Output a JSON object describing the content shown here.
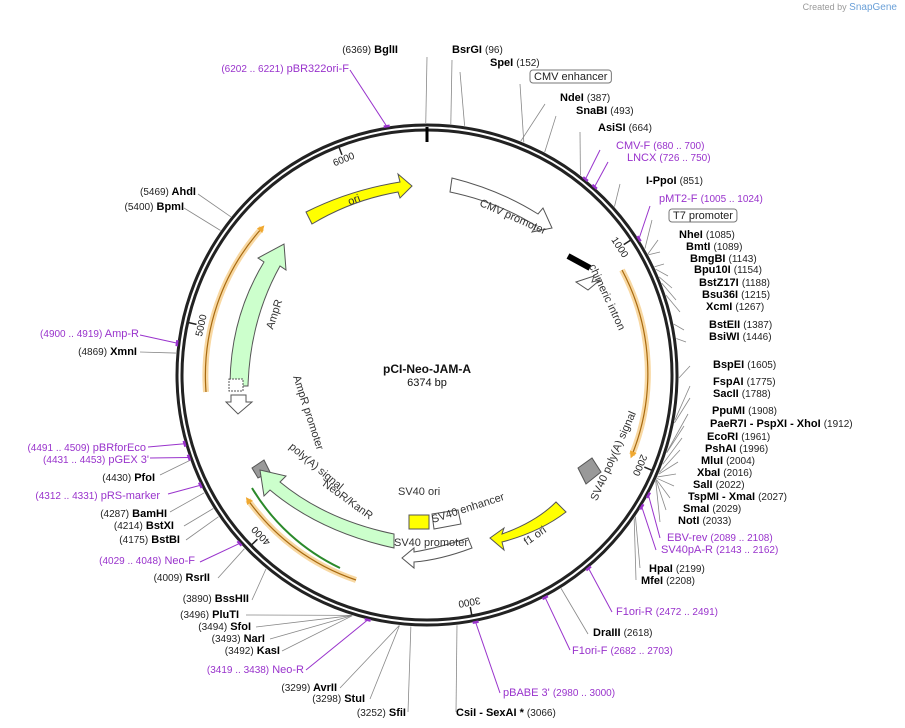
{
  "credit": {
    "prefix": "Created by",
    "brand": "SnapGene"
  },
  "plasmid": {
    "name": "pCI-Neo-JAM-A",
    "length_label": "6374 bp",
    "length": 6374
  },
  "ticks": [
    {
      "pos": 1000,
      "label": "1000"
    },
    {
      "pos": 2000,
      "label": "2000"
    },
    {
      "pos": 3000,
      "label": "3000"
    },
    {
      "pos": 4000,
      "label": "4000"
    },
    {
      "pos": 5000,
      "label": "5000"
    },
    {
      "pos": 6000,
      "label": "6000"
    }
  ],
  "sites": [
    {
      "name": "BglII",
      "pos": "(6369)",
      "kind": "enzyme"
    },
    {
      "name": "BsrGI",
      "pos": "(96)",
      "kind": "enzyme"
    },
    {
      "name": "SpeI",
      "pos": "(152)",
      "kind": "enzyme"
    },
    {
      "name": "CMV enhancer",
      "pos": "",
      "kind": "boxed"
    },
    {
      "name": "NdeI",
      "pos": "(387)",
      "kind": "enzyme"
    },
    {
      "name": "SnaBI",
      "pos": "(493)",
      "kind": "enzyme"
    },
    {
      "name": "AsiSI",
      "pos": "(664)",
      "kind": "enzyme"
    },
    {
      "name": "CMV-F",
      "pos": "(680 .. 700)",
      "kind": "primer"
    },
    {
      "name": "LNCX",
      "pos": "(726 .. 750)",
      "kind": "primer"
    },
    {
      "name": "I-PpoI",
      "pos": "(851)",
      "kind": "enzyme"
    },
    {
      "name": "pMT2-F",
      "pos": "(1005 .. 1024)",
      "kind": "primer"
    },
    {
      "name": "T7 promoter",
      "pos": "",
      "kind": "boxed"
    },
    {
      "name": "NheI",
      "pos": "(1085)",
      "kind": "enzyme"
    },
    {
      "name": "BmtI",
      "pos": "(1089)",
      "kind": "enzyme"
    },
    {
      "name": "BmgBI",
      "pos": "(1143)",
      "kind": "enzyme"
    },
    {
      "name": "Bpu10I",
      "pos": "(1154)",
      "kind": "enzyme"
    },
    {
      "name": "BstZ17I",
      "pos": "(1188)",
      "kind": "enzyme"
    },
    {
      "name": "Bsu36I",
      "pos": "(1215)",
      "kind": "enzyme"
    },
    {
      "name": "XcmI",
      "pos": "(1267)",
      "kind": "enzyme"
    },
    {
      "name": "BstEII",
      "pos": "(1387)",
      "kind": "enzyme"
    },
    {
      "name": "BsiWI",
      "pos": "(1446)",
      "kind": "enzyme"
    },
    {
      "name": "BspEI",
      "pos": "(1605)",
      "kind": "enzyme"
    },
    {
      "name": "FspAI",
      "pos": "(1775)",
      "kind": "enzyme"
    },
    {
      "name": "SacII",
      "pos": "(1788)",
      "kind": "enzyme"
    },
    {
      "name": "PpuMI",
      "pos": "(1908)",
      "kind": "enzyme"
    },
    {
      "name": "PaeR7I  - PspXI  - XhoI",
      "pos": "(1912)",
      "kind": "enzyme"
    },
    {
      "name": "EcoRI",
      "pos": "(1961)",
      "kind": "enzyme"
    },
    {
      "name": "PshAI",
      "pos": "(1996)",
      "kind": "enzyme"
    },
    {
      "name": "MluI",
      "pos": "(2004)",
      "kind": "enzyme"
    },
    {
      "name": "XbaI",
      "pos": "(2016)",
      "kind": "enzyme"
    },
    {
      "name": "SalI",
      "pos": "(2022)",
      "kind": "enzyme"
    },
    {
      "name": "TspMI  - XmaI",
      "pos": "(2027)",
      "kind": "enzyme"
    },
    {
      "name": "SmaI",
      "pos": "(2029)",
      "kind": "enzyme"
    },
    {
      "name": "NotI",
      "pos": "(2033)",
      "kind": "enzyme"
    },
    {
      "name": "EBV-rev",
      "pos": "(2089 .. 2108)",
      "kind": "primer"
    },
    {
      "name": "SV40pA-R",
      "pos": "(2143 .. 2162)",
      "kind": "primer"
    },
    {
      "name": "HpaI",
      "pos": "(2199)",
      "kind": "enzyme"
    },
    {
      "name": "MfeI",
      "pos": "(2208)",
      "kind": "enzyme"
    },
    {
      "name": "F1ori-R",
      "pos": "(2472 .. 2491)",
      "kind": "primer"
    },
    {
      "name": "DraIII",
      "pos": "(2618)",
      "kind": "enzyme"
    },
    {
      "name": "F1ori-F",
      "pos": "(2682 .. 2703)",
      "kind": "primer"
    },
    {
      "name": "pBABE 3'",
      "pos": "(2980 .. 3000)",
      "kind": "primer"
    },
    {
      "name": "CsiI  - SexAI *",
      "pos": "(3066)",
      "kind": "enzyme"
    },
    {
      "name": "SfiI",
      "pos": "(3252)",
      "kind": "enzyme"
    },
    {
      "name": "StuI",
      "pos": "(3298)",
      "kind": "enzyme"
    },
    {
      "name": "AvrII",
      "pos": "(3299)",
      "kind": "enzyme"
    },
    {
      "name": "Neo-R",
      "pos": "(3419 .. 3438)",
      "kind": "primer"
    },
    {
      "name": "KasI",
      "pos": "(3492)",
      "kind": "enzyme"
    },
    {
      "name": "NarI",
      "pos": "(3493)",
      "kind": "enzyme"
    },
    {
      "name": "SfoI",
      "pos": "(3494)",
      "kind": "enzyme"
    },
    {
      "name": "PluTI",
      "pos": "(3496)",
      "kind": "enzyme"
    },
    {
      "name": "BssHII",
      "pos": "(3890)",
      "kind": "enzyme"
    },
    {
      "name": "RsrII",
      "pos": "(4009)",
      "kind": "enzyme"
    },
    {
      "name": "Neo-F",
      "pos": "(4029 .. 4048)",
      "kind": "primer"
    },
    {
      "name": "BstBI",
      "pos": "(4175)",
      "kind": "enzyme"
    },
    {
      "name": "BstXI",
      "pos": "(4214)",
      "kind": "enzyme"
    },
    {
      "name": "BamHI",
      "pos": "(4287)",
      "kind": "enzyme"
    },
    {
      "name": "pRS-marker",
      "pos": "(4312 .. 4331)",
      "kind": "primer"
    },
    {
      "name": "PfoI",
      "pos": "(4430)",
      "kind": "enzyme"
    },
    {
      "name": "pGEX 3'",
      "pos": "(4431 .. 4453)",
      "kind": "primer"
    },
    {
      "name": "pBRforEco",
      "pos": "(4491 .. 4509)",
      "kind": "primer"
    },
    {
      "name": "XmnI",
      "pos": "(4869)",
      "kind": "enzyme"
    },
    {
      "name": "Amp-R",
      "pos": "(4900 .. 4919)",
      "kind": "primer"
    },
    {
      "name": "BpmI",
      "pos": "(5400)",
      "kind": "enzyme"
    },
    {
      "name": "AhdI",
      "pos": "(5469)",
      "kind": "enzyme"
    },
    {
      "name": "pBR322ori-F",
      "pos": "(6202 .. 6221)",
      "kind": "primer"
    }
  ],
  "features": [
    {
      "name": "ori",
      "color": "#ffff00"
    },
    {
      "name": "CMV promoter",
      "color": "#ffffff"
    },
    {
      "name": "chimeric intron",
      "color": "#000000"
    },
    {
      "name": "AmpR",
      "color": "#ccffcc"
    },
    {
      "name": "AmpR promoter",
      "color": "#ffffff"
    },
    {
      "name": "poly(A) signal",
      "color": "#999999"
    },
    {
      "name": "NeoR/KanR",
      "color": "#ccffcc"
    },
    {
      "name": "SV40 ori",
      "color": "#ffff00"
    },
    {
      "name": "SV40 enhancer",
      "color": "#ffffff"
    },
    {
      "name": "SV40 promoter",
      "color": "#ffffff"
    },
    {
      "name": "SV40 poly(A) signal",
      "color": "#999999"
    },
    {
      "name": "f1 ori",
      "color": "#ffff00"
    }
  ],
  "colors": {
    "enzyme": "#000000",
    "primer": "#9933cc",
    "orf": "#f0a830",
    "backbone": "#222222"
  }
}
